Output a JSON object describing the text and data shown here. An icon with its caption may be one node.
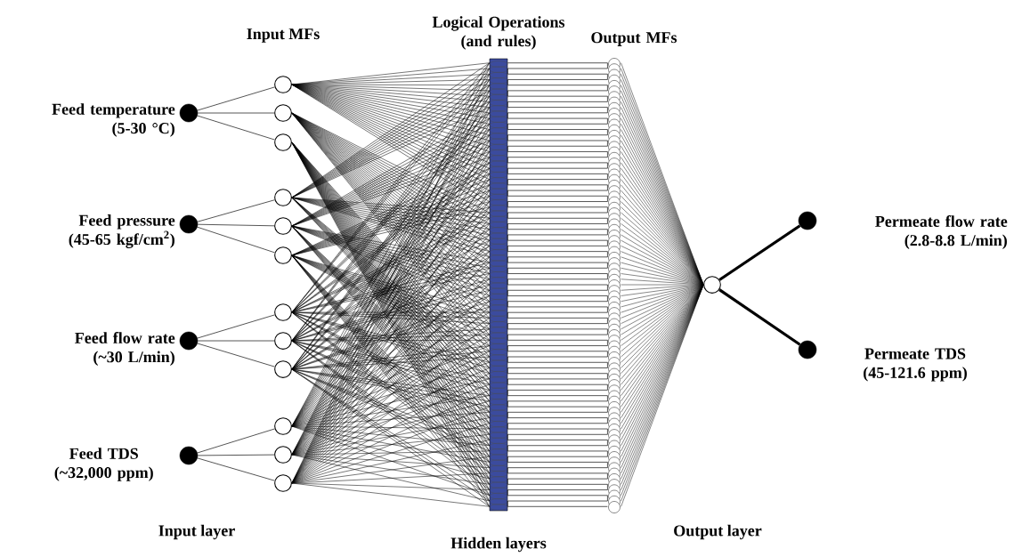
{
  "diagram": {
    "nodes": [
      {
        "text": [],
        "shape": "circle",
        "beside": [
          "Feed temperature (5-30 °C)"
        ]
      },
      {
        "text": [],
        "shape": "circle",
        "beside": [
          "Feed pressure (45-65 kgf/cm$^{2}$)"
        ]
      },
      {
        "text": [],
        "shape": "circle",
        "beside": [
          "Feed flow rate (~30 L/min)"
        ]
      },
      {
        "text": [],
        "shape": "circle",
        "beside": [
          "Feed TDS (~32,000 ppm)"
        ]
      },
      {
        "text": [],
        "shape": "circle"
      },
      {
        "text": [],
        "shape": "circle"
      },
      {
        "text": [],
        "shape": "circle"
      },
      {
        "text": [],
        "shape": "circle"
      },
      {
        "text": [],
        "shape": "circle"
      },
      {
        "text": [],
        "shape": "circle"
      },
      {
        "text": [],
        "shape": "circle"
      },
      {
        "text": [],
        "shape": "circle"
      },
      {
        "text": [],
        "shape": "circle"
      },
      {
        "text": [],
        "shape": "circle"
      },
      {
        "text": [],
        "shape": "circle"
      },
      {
        "text": [],
        "shape": "circle"
      },
      {
        "text": [
          "Logical Operations (and rules)"
        ]
      },
      {
        "text": [
          "Output MFs"
        ]
      },
      {
        "text": [],
        "shape": "circle"
      },
      {
        "text": [],
        "shape": "circle",
        "beside": [
          "Permeate flow rate (2.8-8.8 L/min)"
        ]
      },
      {
        "text": [],
        "shape": "circle",
        "beside": [
          "Permeate TDS (45-121.6 ppm)"
        ]
      }
    ],
    "edges": [
      {
        "from": 0,
        "to": 4,
        "arrow": "none"
      },
      {
        "from": 0,
        "to": 5,
        "arrow": "none"
      },
      {
        "from": 0,
        "to": 6,
        "arrow": "none"
      },
      {
        "from": 1,
        "to": 7,
        "arrow": "none"
      },
      {
        "from": 1,
        "to": 8,
        "arrow": "none"
      },
      {
        "from": 1,
        "to": 9,
        "arrow": "none"
      },
      {
        "from": 2,
        "to": 10,
        "arrow": "none"
      },
      {
        "from": 2,
        "to": 11,
        "arrow": "none"
      },
      {
        "from": 2,
        "to": 12,
        "arrow": "none"
      },
      {
        "from": 3,
        "to": 13,
        "arrow": "none"
      },
      {
        "from": 3,
        "to": 14,
        "arrow": "none"
      },
      {
        "from": 3,
        "to": 15,
        "arrow": "none"
      },
      {
        "from": 4,
        "to": 16,
        "arrow": "none"
      },
      {
        "from": 5,
        "to": 16,
        "arrow": "none"
      },
      {
        "from": 6,
        "to": 16,
        "arrow": "none"
      },
      {
        "from": 7,
        "to": 16,
        "arrow": "none"
      },
      {
        "from": 8,
        "to": 16,
        "arrow": "none"
      },
      {
        "from": 9,
        "to": 16,
        "arrow": "none"
      },
      {
        "from": 10,
        "to": 16,
        "arrow": "none"
      },
      {
        "from": 11,
        "to": 16,
        "arrow": "none"
      },
      {
        "from": 12,
        "to": 16,
        "arrow": "none"
      },
      {
        "from": 13,
        "to": 16,
        "arrow": "none"
      },
      {
        "from": 14,
        "to": 16,
        "arrow": "none"
      },
      {
        "from": 15,
        "to": 16,
        "arrow": "none"
      },
      {
        "from": 16,
        "to": 17,
        "arrow": "none"
      },
      {
        "from": 17,
        "to": 18,
        "arrow": "none"
      },
      {
        "from": 18,
        "to": 19,
        "arrow": "none",
        "style": "thick"
      },
      {
        "from": 18,
        "to": 20,
        "arrow": "none",
        "style": "thick"
      }
    ],
    "labels": [
      "Input MFs",
      "Input layer",
      "Hidden layers",
      "Output layer"
    ]
  }
}
